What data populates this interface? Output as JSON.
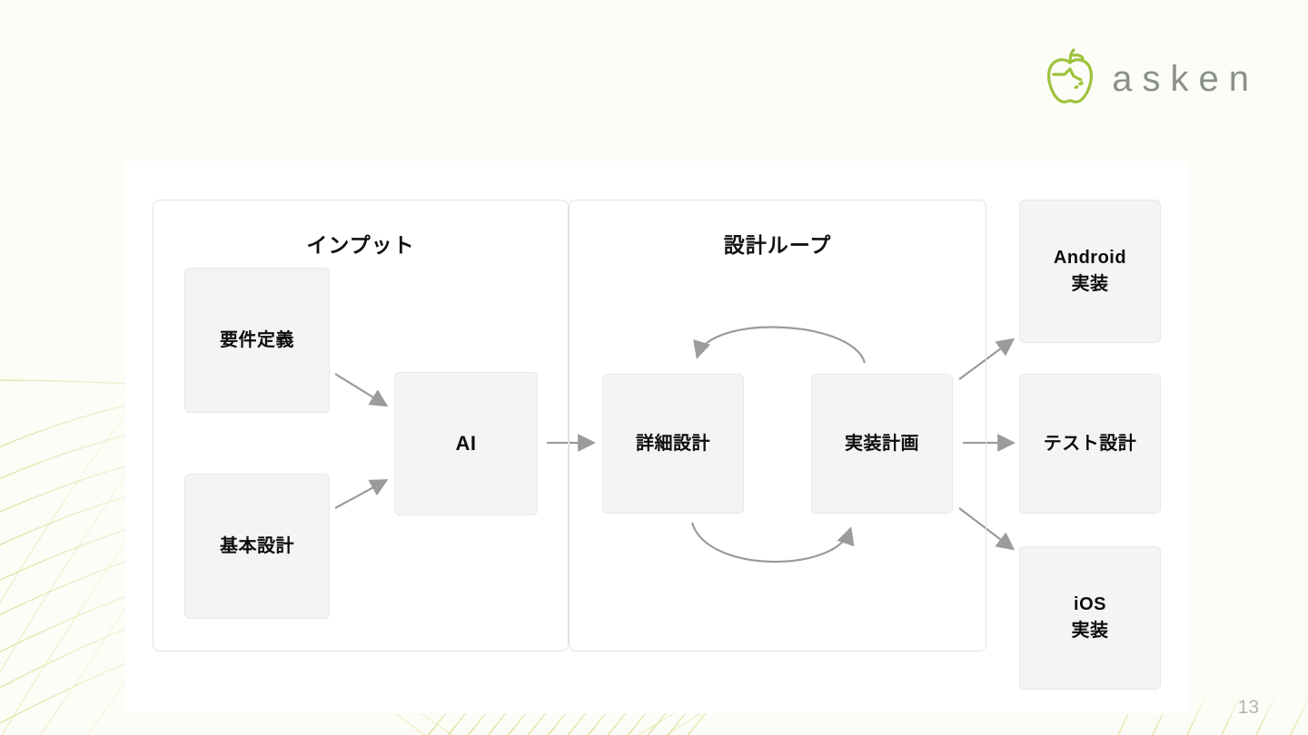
{
  "slide": {
    "page_number": "13",
    "background_color": "#fdfdf7",
    "card_color": "#ffffff"
  },
  "brand": {
    "logo_icon": "apple-logo-icon",
    "wordmark": "asken",
    "logo_green": "#9dc23c",
    "wordmark_color": "#8a908c"
  },
  "diagram": {
    "type": "flow",
    "node_fill": "#f4f4f4",
    "node_border": "#e7e7e7",
    "arrow_color": "#9b9b9b",
    "panels": [
      {
        "id": "input",
        "title": "インプット"
      },
      {
        "id": "loop",
        "title": "設計ループ"
      }
    ],
    "nodes": [
      {
        "id": "requirements",
        "label": "要件定義",
        "panel": "input"
      },
      {
        "id": "basic-design",
        "label": "基本設計",
        "panel": "input"
      },
      {
        "id": "ai",
        "label": "AI",
        "panel": "input"
      },
      {
        "id": "detail",
        "label": "詳細設計",
        "panel": "loop"
      },
      {
        "id": "impl-plan",
        "label": "実装計画",
        "panel": "loop"
      },
      {
        "id": "android",
        "label": "Android\n実装",
        "panel": "output"
      },
      {
        "id": "test",
        "label": "テスト設計",
        "panel": "output"
      },
      {
        "id": "ios",
        "label": "iOS\n実装",
        "panel": "output"
      }
    ],
    "edges": [
      {
        "from": "requirements",
        "to": "ai",
        "style": "straight"
      },
      {
        "from": "basic-design",
        "to": "ai",
        "style": "straight"
      },
      {
        "from": "ai",
        "to": "detail",
        "style": "straight"
      },
      {
        "from": "impl-plan",
        "to": "detail",
        "style": "curve-top"
      },
      {
        "from": "detail",
        "to": "impl-plan",
        "style": "curve-bottom"
      },
      {
        "from": "impl-plan",
        "to": "android",
        "style": "straight"
      },
      {
        "from": "impl-plan",
        "to": "test",
        "style": "straight"
      },
      {
        "from": "impl-plan",
        "to": "ios",
        "style": "straight"
      }
    ]
  }
}
